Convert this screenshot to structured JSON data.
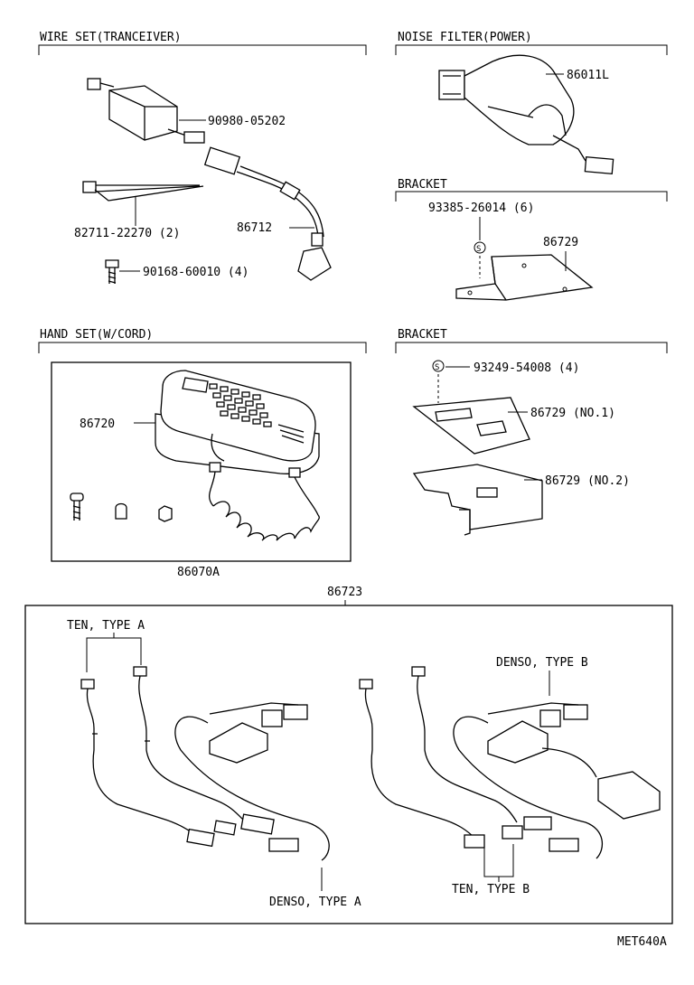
{
  "sections": {
    "wire_set": "WIRE SET(TRANCEIVER)",
    "noise_filter": "NOISE FILTER(POWER)",
    "bracket_top": "BRACKET",
    "hand_set": "HAND SET(W/CORD)",
    "bracket_bottom": "BRACKET"
  },
  "parts": {
    "p90980": "90980-05202",
    "p82711": "82711-22270 (2)",
    "p86712": "86712",
    "p90168": "90168-60010 (4)",
    "p86011L": "86011L",
    "p93385": "93385-26014 (6)",
    "p86729_top": "86729",
    "p86720": "86720",
    "p86070A": "86070A",
    "p93249": "93249-54008 (4)",
    "p86729_no1": "86729 (NO.1)",
    "p86729_no2": "86729 (NO.2)",
    "p86723": "86723"
  },
  "harness_labels": {
    "ten_a": "TEN, TYPE A",
    "denso_a": "DENSO, TYPE A",
    "denso_b": "DENSO, TYPE B",
    "ten_b": "TEN, TYPE B"
  },
  "symbols": {
    "s_mark": "S"
  },
  "footer": {
    "code": "MET640A"
  }
}
